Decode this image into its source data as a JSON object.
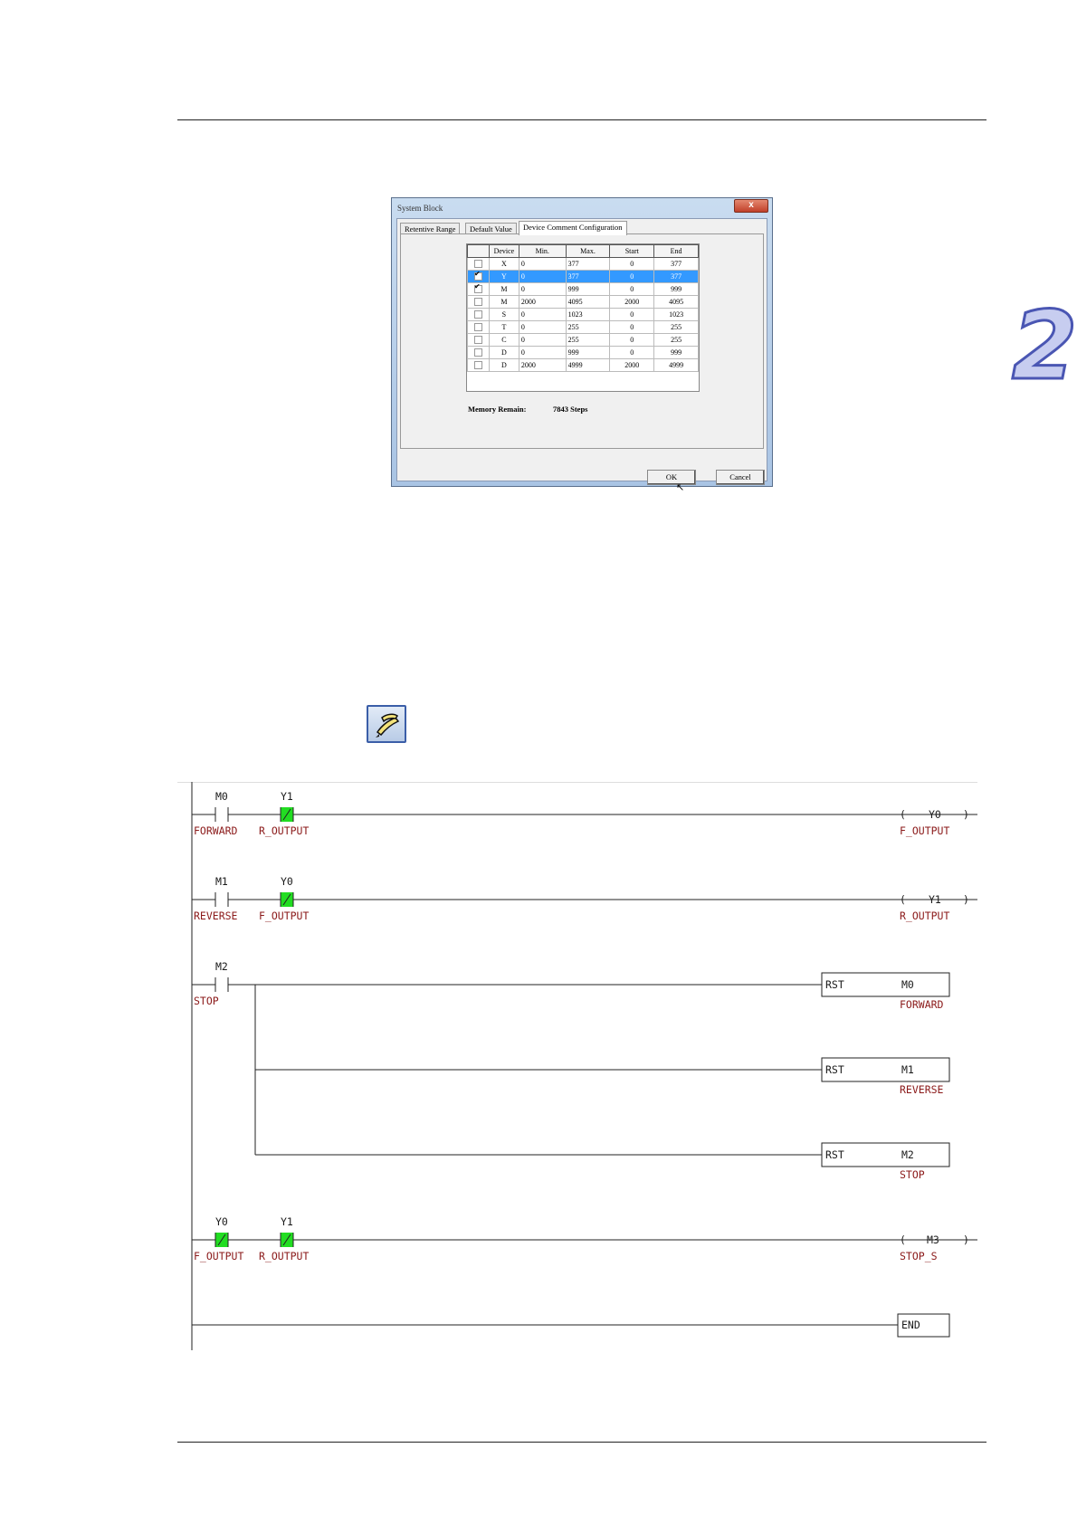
{
  "chapter_number": "2",
  "dialog": {
    "title": "System Block",
    "close_label": "x",
    "tabs": [
      {
        "label": "Retentive Range",
        "active": false
      },
      {
        "label": "Default Value",
        "active": false
      },
      {
        "label": "Device Comment Configuration",
        "active": true
      }
    ],
    "columns": [
      "",
      "Device",
      "Min.",
      "Max.",
      "Start",
      "End"
    ],
    "rows": [
      {
        "checked": false,
        "device": "X",
        "min": "0",
        "max": "377",
        "start": "0",
        "end": "377",
        "selected": false
      },
      {
        "checked": true,
        "device": "Y",
        "min": "0",
        "max": "377",
        "start": "0",
        "end": "377",
        "selected": true
      },
      {
        "checked": true,
        "device": "M",
        "min": "0",
        "max": "999",
        "start": "0",
        "end": "999",
        "selected": false
      },
      {
        "checked": false,
        "device": "M",
        "min": "2000",
        "max": "4095",
        "start": "2000",
        "end": "4095",
        "selected": false
      },
      {
        "checked": false,
        "device": "S",
        "min": "0",
        "max": "1023",
        "start": "0",
        "end": "1023",
        "selected": false
      },
      {
        "checked": false,
        "device": "T",
        "min": "0",
        "max": "255",
        "start": "0",
        "end": "255",
        "selected": false
      },
      {
        "checked": false,
        "device": "C",
        "min": "0",
        "max": "255",
        "start": "0",
        "end": "255",
        "selected": false
      },
      {
        "checked": false,
        "device": "D",
        "min": "0",
        "max": "999",
        "start": "0",
        "end": "999",
        "selected": false
      },
      {
        "checked": false,
        "device": "D",
        "min": "2000",
        "max": "4999",
        "start": "2000",
        "end": "4999",
        "selected": false
      }
    ],
    "memory_label": "Memory Remain:",
    "memory_value": "7843 Steps",
    "ok_label": "OK",
    "cancel_label": "Cancel"
  },
  "toolbar_icon": "compile-icon",
  "ladder": {
    "rung1": {
      "c1_dev": "M0",
      "c1_cmt": "FORWARD",
      "c2_dev": "Y1",
      "c2_cmt": "R_OUTPUT",
      "coil_open": "(",
      "coil_dev": "Y0",
      "coil_close": ")",
      "coil_cmt": "F_OUTPUT"
    },
    "rung2": {
      "c1_dev": "M1",
      "c1_cmt": "REVERSE",
      "c2_dev": "Y0",
      "c2_cmt": "F_OUTPUT",
      "coil_open": "(",
      "coil_dev": "Y1",
      "coil_close": ")",
      "coil_cmt": "R_OUTPUT"
    },
    "rung3": {
      "c1_dev": "M2",
      "c1_cmt": "STOP",
      "rst1": {
        "op": "RST",
        "dev": "M0",
        "cmt": "FORWARD"
      },
      "rst2": {
        "op": "RST",
        "dev": "M1",
        "cmt": "REVERSE"
      },
      "rst3": {
        "op": "RST",
        "dev": "M2",
        "cmt": "STOP"
      }
    },
    "rung4": {
      "c1_dev": "Y0",
      "c1_cmt": "F_OUTPUT",
      "c2_dev": "Y1",
      "c2_cmt": "R_OUTPUT",
      "coil_open": "(",
      "coil_dev": "M3",
      "coil_close": ")",
      "coil_cmt": "STOP_S"
    },
    "end_label": "END"
  },
  "colors": {
    "active_contact": "#22dd22",
    "comment_text": "#8b1a1a",
    "selection": "#3399ff",
    "chapter_fill": "#c7cdf0",
    "chapter_stroke": "#4a56b3"
  }
}
